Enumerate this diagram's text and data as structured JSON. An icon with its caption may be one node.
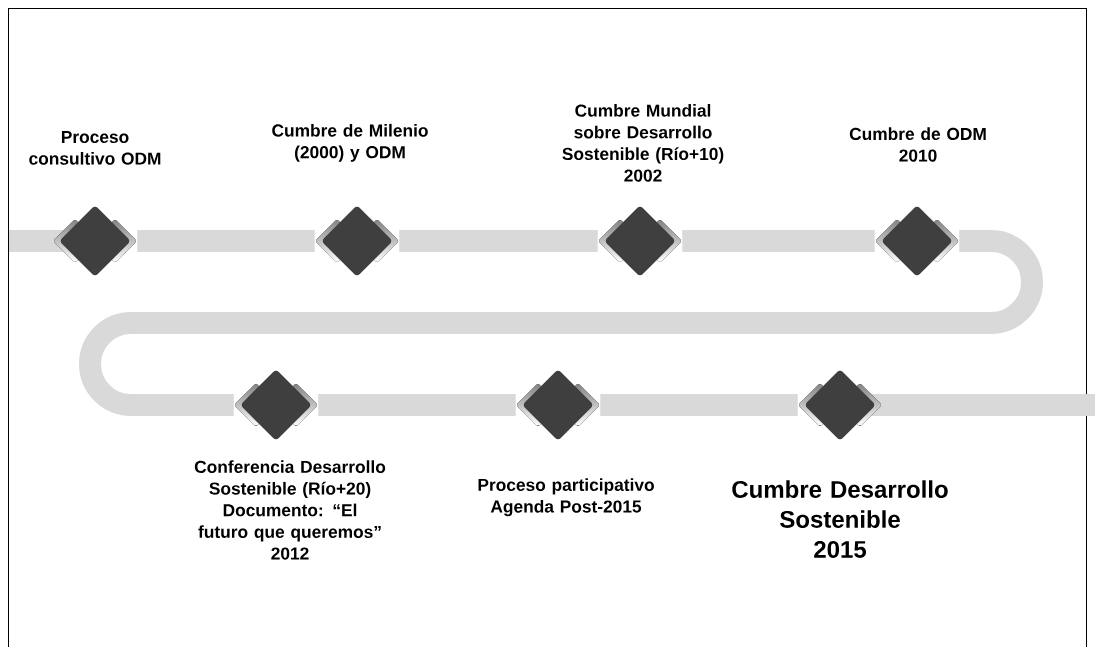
{
  "diagram": {
    "nodes": [
      {
        "text": [],
        "shape": "diamond",
        "beside": [
          "Proceso consultivo ODM"
        ]
      },
      {
        "text": [],
        "shape": "diamond",
        "beside": [
          "Cumbre de Milenio (2000) y ODM"
        ]
      },
      {
        "text": [],
        "shape": "diamond",
        "beside": [
          "Cumbre Mundial sobre Desarrollo Sostenible (Río+10)",
          "2002"
        ]
      },
      {
        "text": [],
        "shape": "diamond",
        "beside": [
          "Cumbre de ODM",
          "2010"
        ]
      },
      {
        "text": [],
        "shape": "diamond",
        "beside": [
          "Conferencia Desarrollo Sostenible (Río+20)",
          "Documento: “El futuro que queremos”",
          "2012"
        ]
      },
      {
        "text": [],
        "shape": "diamond",
        "beside": [
          "Proceso participativo Agenda Post-2015"
        ]
      },
      {
        "text": [],
        "shape": "diamond",
        "beside": [
          "Cumbre Desarrollo Sostenible",
          "2015"
        ]
      }
    ],
    "edges": [
      {
        "from": 0,
        "to": 1,
        "arrow": "none"
      },
      {
        "from": 1,
        "to": 2,
        "arrow": "none"
      },
      {
        "from": 2,
        "to": 3,
        "arrow": "none"
      },
      {
        "from": 3,
        "to": 4,
        "arrow": "none"
      },
      {
        "from": 4,
        "to": 5,
        "arrow": "none"
      },
      {
        "from": 5,
        "to": 6,
        "arrow": "none"
      }
    ]
  }
}
